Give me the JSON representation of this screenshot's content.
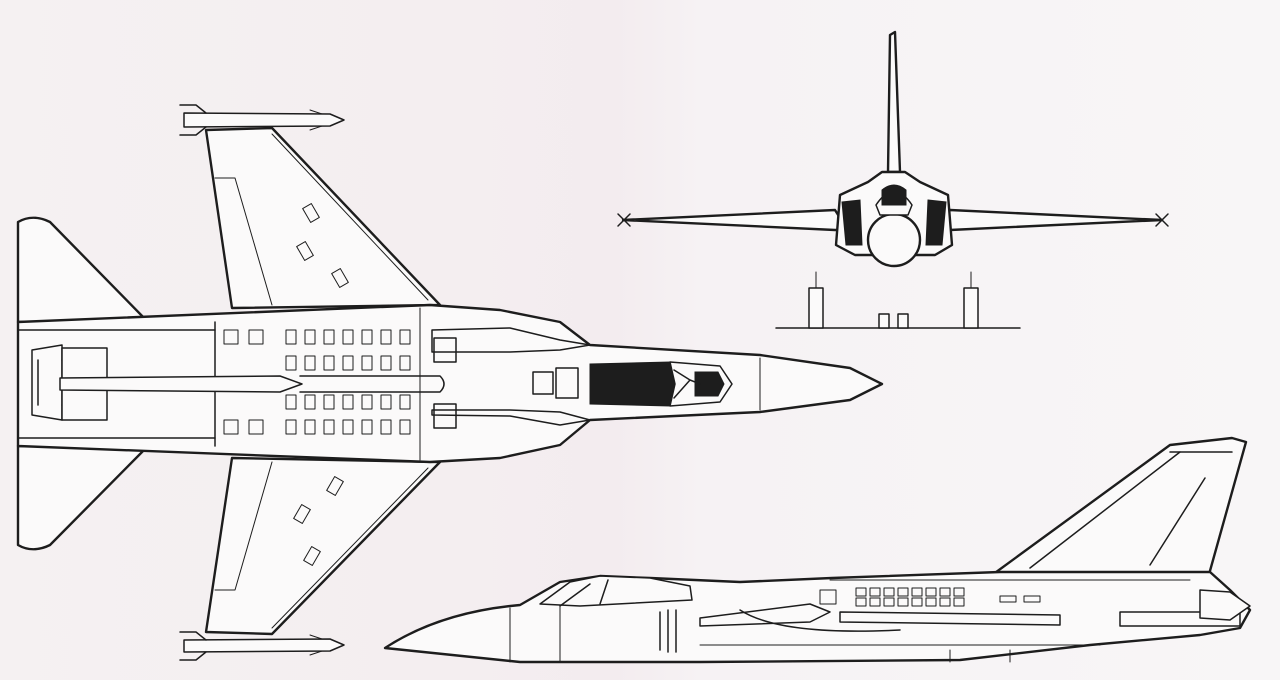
{
  "figure": {
    "views": [
      "plan-view",
      "front-view",
      "side-view"
    ],
    "colors": {
      "line": "#1d1d1d",
      "background": "#f6f1f3",
      "paper": "#fbfafa"
    }
  }
}
